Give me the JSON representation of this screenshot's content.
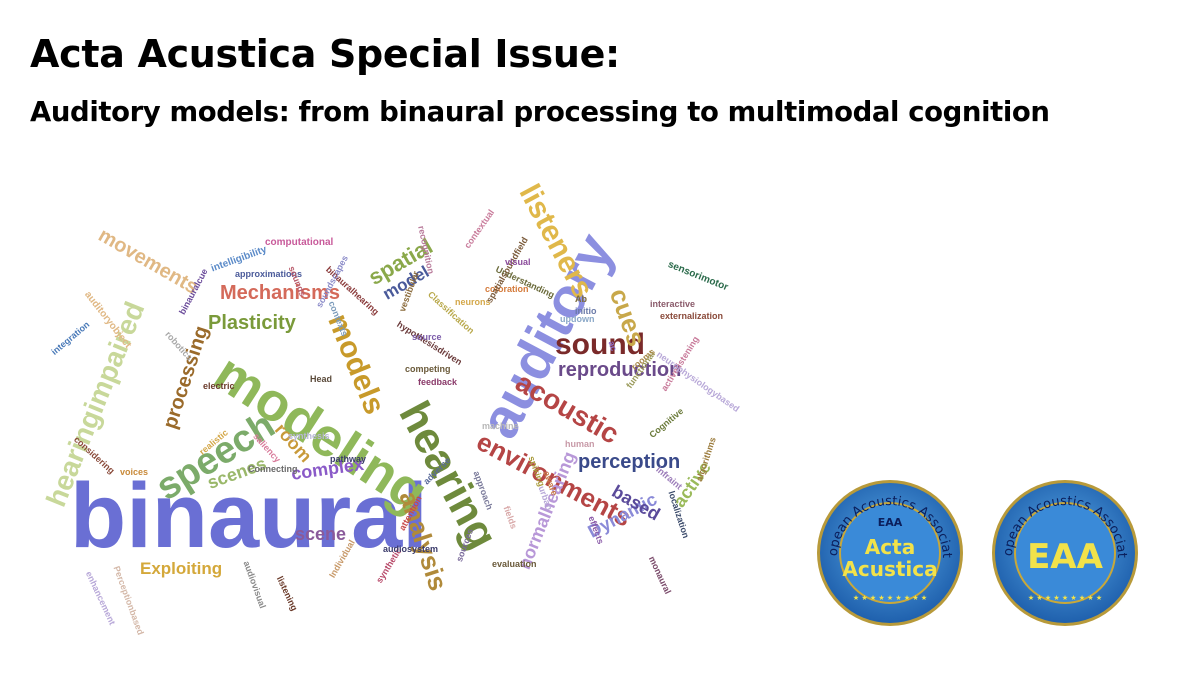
{
  "header": {
    "title": "Acta Acustica Special Issue:",
    "subtitle": "Auditory models: from binaural processing to multimodal cognition"
  },
  "word_cloud": {
    "words": [
      {
        "text": "binaural",
        "color": "#6a6fd4"
      },
      {
        "text": "modeling",
        "color": "#8fb85a"
      },
      {
        "text": "auditory",
        "color": "#8c8fe0"
      },
      {
        "text": "hearing",
        "color": "#6e8a3c"
      },
      {
        "text": "speech",
        "color": "#7cab6a"
      },
      {
        "text": "hearingimpaired",
        "color": "#c8d89a"
      },
      {
        "text": "listeners",
        "color": "#e0b84a"
      },
      {
        "text": "environments",
        "color": "#b54545"
      },
      {
        "text": "acoustic",
        "color": "#b54545"
      },
      {
        "text": "models",
        "color": "#c89a2a"
      },
      {
        "text": "sound",
        "color": "#7a2a2a"
      },
      {
        "text": "reproduction",
        "color": "#6a4a8a"
      },
      {
        "text": "analysis",
        "color": "#b08a3a"
      },
      {
        "text": "perception",
        "color": "#3a4a8a"
      },
      {
        "text": "Mechanisms",
        "color": "#d46a5a"
      },
      {
        "text": "Plasticity",
        "color": "#7a9a3a"
      },
      {
        "text": "processing",
        "color": "#9a6a2a"
      },
      {
        "text": "movements",
        "color": "#e0b884"
      },
      {
        "text": "spatial",
        "color": "#8aa84a"
      },
      {
        "text": "model",
        "color": "#4a5a9a"
      },
      {
        "text": "cues",
        "color": "#c8a84a"
      },
      {
        "text": "complex",
        "color": "#8a5ac8"
      },
      {
        "text": "scenes",
        "color": "#9ab86a"
      },
      {
        "text": "room",
        "color": "#c89a3a"
      },
      {
        "text": "Exploiting",
        "color": "#d4a83a"
      },
      {
        "text": "scene",
        "color": "#8a5a9a"
      },
      {
        "text": "normalhearing",
        "color": "#b898d8"
      },
      {
        "text": "Dynamic",
        "color": "#8a8ad8"
      },
      {
        "text": "based",
        "color": "#5a4a9a"
      },
      {
        "text": "active",
        "color": "#9aba5a"
      },
      {
        "text": "intelligibility",
        "color": "#5a8ac8"
      },
      {
        "text": "computational",
        "color": "#c85a9a"
      },
      {
        "text": "approximations",
        "color": "#4a5a9a"
      },
      {
        "text": "sounds",
        "color": "#b85a6a"
      },
      {
        "text": "binauralhearing",
        "color": "#8a3a3a"
      },
      {
        "text": "recognition",
        "color": "#b87a9a"
      },
      {
        "text": "Understanding",
        "color": "#6a6a3a"
      },
      {
        "text": "sensorimotor",
        "color": "#2a6a4a"
      },
      {
        "text": "interactive",
        "color": "#8a5a6a"
      },
      {
        "text": "externalization",
        "color": "#8a4a3a"
      },
      {
        "text": "auditoryobject",
        "color": "#e0b884"
      },
      {
        "text": "integration",
        "color": "#4a7ab8"
      },
      {
        "text": "robotics",
        "color": "#a8a8a8"
      },
      {
        "text": "electric",
        "color": "#6a3a2a"
      },
      {
        "text": "saliency",
        "color": "#d87a9a"
      },
      {
        "text": "synthesis",
        "color": "#b8b8d8"
      },
      {
        "text": "Connecting",
        "color": "#6a6a6a"
      },
      {
        "text": "realistic",
        "color": "#d4a84a"
      },
      {
        "text": "considering",
        "color": "#8a4a3a"
      },
      {
        "text": "voices",
        "color": "#c88a3a"
      },
      {
        "text": "enhancement",
        "color": "#b8a8d8"
      },
      {
        "text": "Perceptionbased",
        "color": "#d4b8a8"
      },
      {
        "text": "audiovisual",
        "color": "#8a8a8a"
      },
      {
        "text": "listening",
        "color": "#6a3a2a"
      },
      {
        "text": "Individual",
        "color": "#c89a6a"
      },
      {
        "text": "synthetic",
        "color": "#b84a6a"
      },
      {
        "text": "audiosystem",
        "color": "#3a3a6a"
      },
      {
        "text": "attention",
        "color": "#c84a4a"
      },
      {
        "text": "evaluation",
        "color": "#6a5a3a"
      },
      {
        "text": "effects",
        "color": "#8a5aa8"
      },
      {
        "text": "monaural",
        "color": "#7a4a6a"
      },
      {
        "text": "localization",
        "color": "#3a4a6a"
      },
      {
        "text": "algorithms",
        "color": "#9a7a3a"
      },
      {
        "text": "Cognitive",
        "color": "#6a7a3a"
      },
      {
        "text": "functional",
        "color": "#9a9a5a"
      },
      {
        "text": "activelistening",
        "color": "#c87a9a"
      },
      {
        "text": "neurophysiologybased",
        "color": "#b8a8d8"
      },
      {
        "text": "updown",
        "color": "#8aa8c8"
      },
      {
        "text": "fields",
        "color": "#d8a8a8"
      },
      {
        "text": "sources",
        "color": "#7a6a9a"
      },
      {
        "text": "pathway",
        "color": "#3a3a6a"
      },
      {
        "text": "feedback",
        "color": "#8a3a6a"
      },
      {
        "text": "competing",
        "color": "#6a5a3a"
      },
      {
        "text": "adverse",
        "color": "#5a6a9a"
      },
      {
        "text": "machine",
        "color": "#b8b8b8"
      },
      {
        "text": "human",
        "color": "#c89aa8"
      },
      {
        "text": "urban",
        "color": "#b8a8d8"
      },
      {
        "text": "approach",
        "color": "#7a7a9a"
      },
      {
        "text": "soundscapes",
        "color": "#8a8ac8"
      },
      {
        "text": "contexts",
        "color": "#7a9aba"
      },
      {
        "text": "hypothesisdriven",
        "color": "#6a3a3a"
      },
      {
        "text": "source",
        "color": "#7a5aa8"
      },
      {
        "text": "Head",
        "color": "#5a4a3a"
      },
      {
        "text": "Classification",
        "color": "#b8a84a"
      },
      {
        "text": "neurons",
        "color": "#d4a84a"
      },
      {
        "text": "coloration",
        "color": "#d47a3a"
      },
      {
        "text": "spatialsoundfield",
        "color": "#7a5a3a"
      },
      {
        "text": "contextual",
        "color": "#c87a9a"
      },
      {
        "text": "visual",
        "color": "#8a4a9a"
      },
      {
        "text": "vestibular",
        "color": "#8a6a3a"
      },
      {
        "text": "binauralcue",
        "color": "#6a4a9a"
      },
      {
        "text": "Ab",
        "color": "#7a6a3a"
      },
      {
        "text": "initio",
        "color": "#6a7aa8"
      },
      {
        "text": "rooms",
        "color": "#a88a4a"
      },
      {
        "text": "infraint",
        "color": "#9a7ab8"
      },
      {
        "text": "spiking",
        "color": "#a89a3a"
      },
      {
        "text": "aware",
        "color": "#c87a4a"
      },
      {
        "text": "ac",
        "color": "#8a6ac8"
      }
    ]
  },
  "logos": {
    "acta": {
      "ring_text": "European Acoustics Association",
      "abbr": "EAA",
      "line1": "Acta",
      "line2": "Acustica",
      "stars": "★ ★ ★ ★ ★ ★ ★ ★ ★",
      "outer_color": "#1a5aa8",
      "inner_color": "#3a8ad8",
      "gold_color": "#c8a83a"
    },
    "eaa": {
      "ring_text": "European Acoustics Association",
      "abbr": "EAA",
      "stars": "★ ★ ★ ★ ★ ★ ★ ★ ★",
      "outer_color": "#1a5aa8",
      "inner_color": "#3a8ad8",
      "gold_color": "#c8a83a"
    }
  }
}
